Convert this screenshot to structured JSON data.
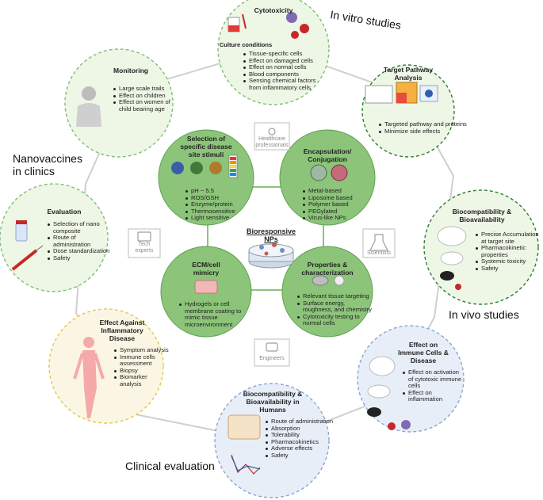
{
  "headings": {
    "in_vitro": "In vitro studies",
    "in_vivo": "In vivo studies",
    "clinical": "Clinical evaluation",
    "nanovaccines_line1": "Nanovaccines",
    "nanovaccines_line2": "in clinics"
  },
  "center": {
    "title_line1": "Bioresponsive",
    "title_line2": "NPs"
  },
  "roles": {
    "healthcare_line1": "Healthcare",
    "healthcare_line2": "professionals",
    "tech_line1": "Tech",
    "tech_line2": "experts",
    "scientists": "Scientists",
    "engineers": "Engineers"
  },
  "inner": {
    "stimuli": {
      "title_line1": "Selection of",
      "title_line2": "specific disease",
      "title_line3": "site stimuli",
      "items": [
        "pH ~ 5.5",
        "ROS/GSH",
        "Enzyme/protein",
        "Thermosensitive",
        "Light sensitive"
      ]
    },
    "encapsulation": {
      "title_line1": "Encapsulation/",
      "title_line2": "Conjugation",
      "items": [
        "Metal-based",
        "Liposome based",
        "Polymer based",
        "PEGylated",
        "Virus-like NPs"
      ]
    },
    "ecm": {
      "title_line1": "ECM/cell",
      "title_line2": "mimicry",
      "items": [
        "Hydrogels or cell membrane coating to mimic tissue microenvironment"
      ]
    },
    "properties": {
      "title_line1": "Properties &",
      "title_line2": "characterization",
      "items": [
        "Relevant tissue targeting",
        "Surface energy, roughness, and chemistry",
        "Cytotoxicity testing to normal cells"
      ]
    }
  },
  "outer": {
    "cytotoxicity": {
      "title": "Cytotoxicity",
      "subtitle": "Culture conditions",
      "items": [
        "Tissue-specific cells",
        "Effect on damaged cells",
        "Effect on normal cells",
        "Blood components",
        "Sensing chemical factors from inflammatory cells"
      ]
    },
    "target_pathway": {
      "title_line1": "Target Pathway",
      "title_line2": "Analysis",
      "items": [
        "Targeted pathway and proteins",
        "Minimize side effects"
      ]
    },
    "biocompat_vivo": {
      "title_line1": "Biocompatibility &",
      "title_line2": "Bioavailability",
      "items": [
        "Precise Accumulation at target site",
        "Pharmacokinetic properties",
        "Systemic toxicity",
        "Safety"
      ]
    },
    "immune": {
      "title_line1": "Effect on",
      "title_line2": "Immune Cells &",
      "title_line3": "Disease",
      "items": [
        "Effect on activation of cytotoxic immune cells",
        "Effect on inflammation"
      ]
    },
    "biocompat_humans": {
      "title_line1": "Biocompatibility &",
      "title_line2": "Bioavailability in",
      "title_line3": "Humans",
      "items": [
        "Route of administration",
        "Absorption",
        "Tolerability",
        "Pharmacokinetics",
        "Adverse effects",
        "Safety"
      ]
    },
    "inflammatory": {
      "title_line1": "Effect Against",
      "title_line2": "Inflammatory",
      "title_line3": "Disease",
      "items": [
        "Symptom analysis",
        "Immune cells assessment",
        "Biopsy",
        "Biomarker analysis"
      ]
    },
    "evaluation": {
      "title": "Evaluation",
      "items": [
        "Selection of nano composite",
        "Route of administration",
        "Dose standardization",
        "Safety"
      ]
    },
    "monitoring": {
      "title": "Monitoring",
      "items": [
        "Large scale trails",
        "Effect on children",
        "Effect on women of child bearing age"
      ]
    }
  },
  "colors": {
    "green_solid": "#8cc47a",
    "green_light": "#eef6e6",
    "green_border": "#7fbf73",
    "dark_green_border": "#2f7d32",
    "blue_light": "#e8eef7",
    "blue_border": "#8aa6cf",
    "yellow_light": "#fbf6e4",
    "yellow_border": "#e3c84a",
    "ring": "#cfcfcf"
  }
}
